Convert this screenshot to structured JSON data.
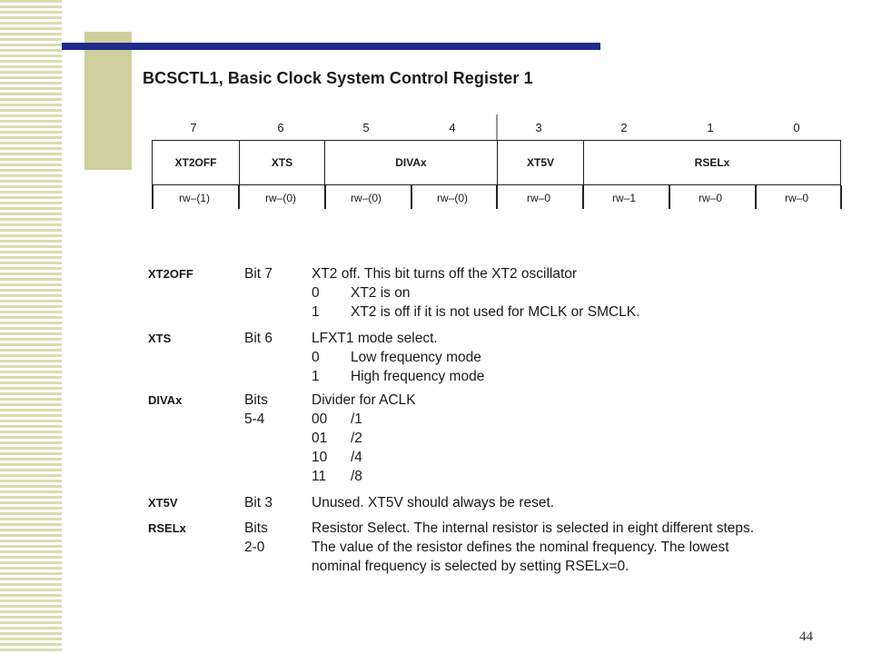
{
  "title": "BCSCTL1, Basic Clock System Control Register 1",
  "bit_numbers": [
    "7",
    "6",
    "5",
    "4",
    "3",
    "2",
    "1",
    "0"
  ],
  "fields": [
    "XT2OFF",
    "XTS",
    "DIVAx",
    "XT5V",
    "RSELx"
  ],
  "access": [
    "rw–(1)",
    "rw–(0)",
    "rw–(0)",
    "rw–(0)",
    "rw–0",
    "rw–1",
    "rw–0",
    "rw–0"
  ],
  "descriptions": [
    {
      "name": "XT2OFF",
      "bits": [
        "Bit 7"
      ],
      "lines": [
        "XT2 off. This bit turns off the XT2 oscillator"
      ],
      "options": [
        {
          "code": "0",
          "text": "XT2 is on"
        },
        {
          "code": "1",
          "text": "XT2 is off if it is not used for MCLK or SMCLK."
        }
      ]
    },
    {
      "name": "XTS",
      "bits": [
        "Bit 6"
      ],
      "lines": [
        "LFXT1 mode select."
      ],
      "options": [
        {
          "code": "0",
          "text": "Low frequency mode"
        },
        {
          "code": "1",
          "text": "High frequency mode"
        }
      ]
    },
    {
      "name": "DIVAx",
      "bits": [
        "Bits",
        "5-4"
      ],
      "lines": [
        "Divider for ACLK"
      ],
      "options": [
        {
          "code": "00",
          "text": "/1"
        },
        {
          "code": "01",
          "text": "/2"
        },
        {
          "code": "10",
          "text": "/4"
        },
        {
          "code": "11",
          "text": "/8"
        }
      ]
    },
    {
      "name": "XT5V",
      "bits": [
        "Bit 3"
      ],
      "lines": [
        "Unused. XT5V should always be reset."
      ],
      "options": []
    },
    {
      "name": "RSELx",
      "bits": [
        "Bits",
        "2-0"
      ],
      "lines": [
        "Resistor Select. The internal resistor is selected in eight different steps.",
        "The value of the resistor defines the nominal frequency. The lowest",
        "nominal frequency is selected by setting RSELx=0."
      ],
      "options": []
    }
  ],
  "page_number": "44",
  "colors": {
    "navy_bar": "#1f2c8a",
    "olive_block": "#cfcf9d",
    "stripe": "#d9dcae"
  }
}
